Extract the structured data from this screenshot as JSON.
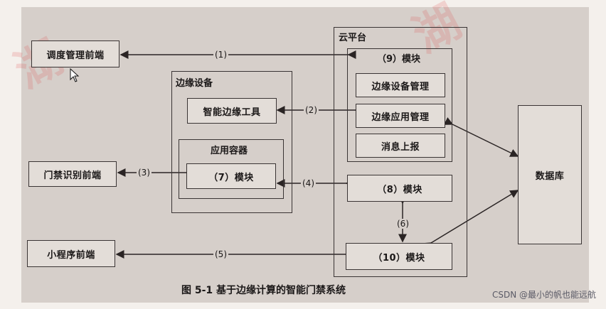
{
  "nodes": {
    "dispatch_front": "调度管理前端",
    "door_front": "门禁识别前端",
    "miniapp_front": "小程序前端",
    "edge_device": "边缘设备",
    "smart_edge_tool": "智能边缘工具",
    "app_container": "应用容器",
    "module7": "（7）模块",
    "cloud_platform": "云平台",
    "module9": "（9）模块",
    "edge_device_mgmt": "边缘设备管理",
    "edge_app_mgmt": "边缘应用管理",
    "message_report": "消息上报",
    "module8": "（8）模块",
    "module10": "（10）模块",
    "database": "数据库"
  },
  "edges": {
    "e1": "(1)",
    "e2": "(2)",
    "e3": "(3)",
    "e4": "(4)",
    "e5": "(5)",
    "e6": "(6)"
  },
  "caption": "图 5-1  基于边缘计算的智能门禁系统",
  "watermark": "CSDN @最小的帆也能远航"
}
